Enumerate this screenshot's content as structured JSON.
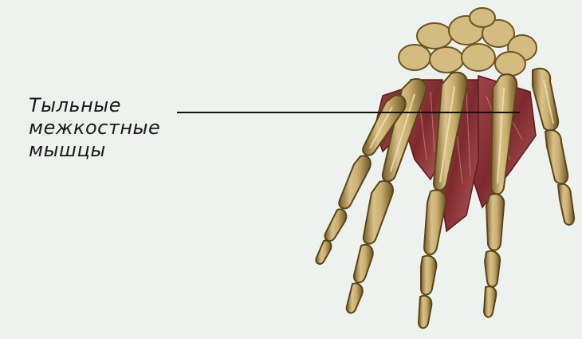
{
  "colors": {
    "background": "#eef2ee",
    "bone": "#c9ae6e",
    "bone_dark": "#6e5424",
    "bone_light": "#e6d6a4",
    "muscle": "#8a2f33",
    "muscle_light": "#b4585a",
    "leader_line": "#111111"
  },
  "annotation": {
    "lines": [
      "Тыльные",
      "межкостные",
      "мышцы"
    ]
  }
}
